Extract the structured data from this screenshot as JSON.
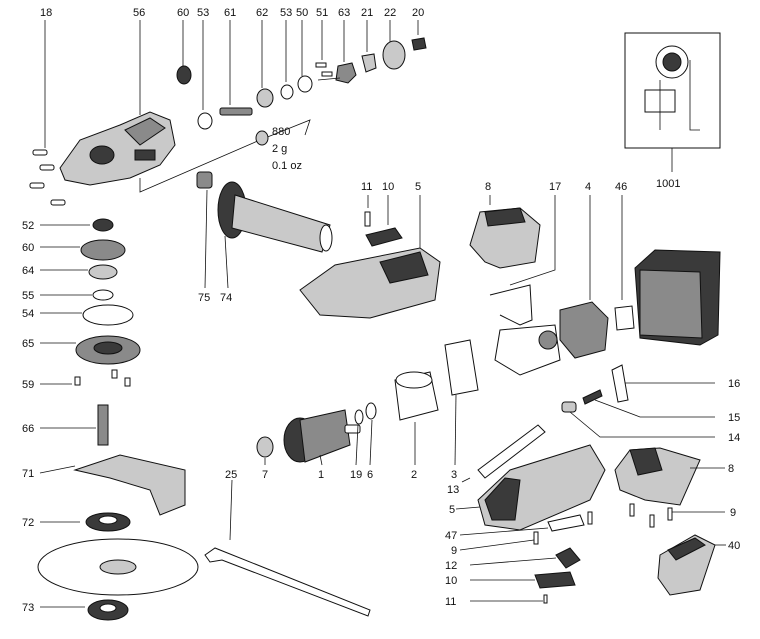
{
  "labels": {
    "l18": "18",
    "l56": "56",
    "l60a": "60",
    "l53a": "53",
    "l61": "61",
    "l62": "62",
    "l53b": "53",
    "l50": "50",
    "l51": "51",
    "l63": "63",
    "l21": "21",
    "l22": "22",
    "l20": "20",
    "w880": "880",
    "w2g": "2 g",
    "w01oz": "0.1 oz",
    "l1001": "1001",
    "l11a": "11",
    "l10a": "10",
    "l5a": "5",
    "l8a": "8",
    "l17": "17",
    "l4": "4",
    "l46": "46",
    "l52": "52",
    "l60b": "60",
    "l64": "64",
    "l55": "55",
    "l54": "54",
    "l65": "65",
    "l59": "59",
    "l66": "66",
    "l71": "71",
    "l72": "72",
    "l73": "73",
    "l75": "75",
    "l74": "74",
    "l7": "7",
    "l1": "1",
    "l19": "19",
    "l6": "6",
    "l2": "2",
    "l25": "25",
    "l3": "3",
    "l13": "13",
    "l16": "16",
    "l15": "15",
    "l14": "14",
    "l8b": "8",
    "l9a": "9",
    "l5b": "5",
    "l47": "47",
    "l9b": "9",
    "l12": "12",
    "l10b": "10",
    "l11b": "11",
    "l40": "40"
  },
  "colors": {
    "ink": "#111111",
    "dark": "#3a3a3a",
    "mid": "#8a8a8a",
    "light": "#c9c9c9"
  }
}
